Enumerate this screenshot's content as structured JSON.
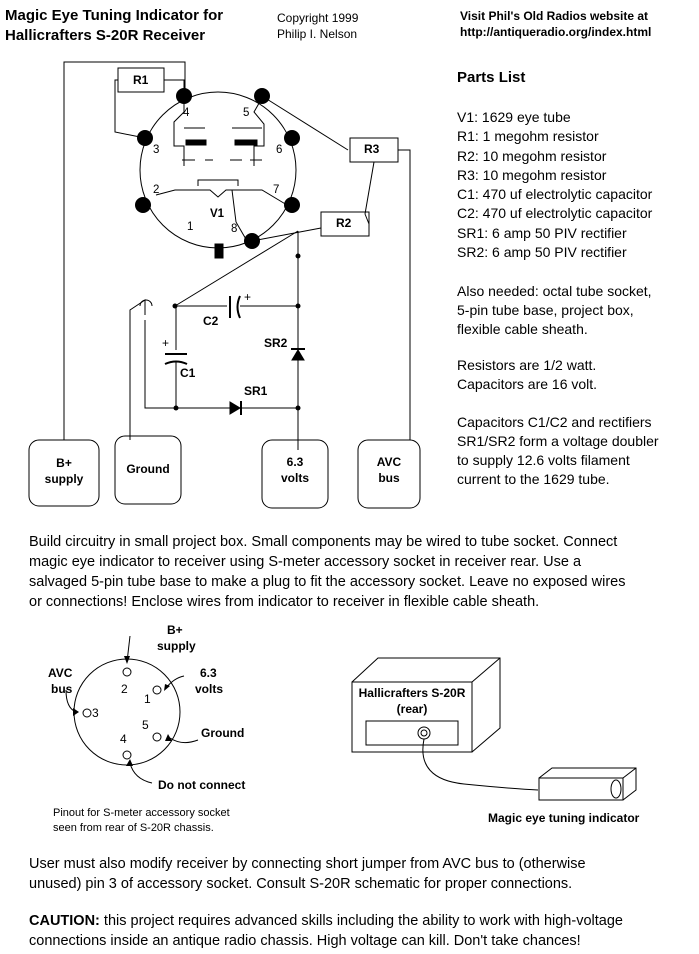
{
  "header": {
    "title_lines": [
      "Magic Eye Tuning Indicator for",
      "Hallicrafters S-20R Receiver"
    ],
    "copyright_lines": [
      "Copyright 1999",
      "Philip I. Nelson"
    ],
    "visit_lines": [
      "Visit Phil's Old Radios website at",
      "http://antiqueradio.org/index.html"
    ]
  },
  "parts": {
    "title": "Parts List",
    "items": [
      "V1: 1629 eye tube",
      "R1: 1 megohm resistor",
      "R2: 10 megohm resistor",
      "R3: 10 megohm resistor",
      "C1: 470 uf electrolytic capacitor",
      "C2: 470 uf electrolytic capacitor",
      "SR1: 6 amp 50 PIV rectifier",
      "SR2: 6 amp 50 PIV rectifier"
    ],
    "also_needed": [
      "Also needed: octal tube socket,",
      "5-pin tube base, project box,",
      "flexible cable sheath."
    ],
    "ratings": [
      "Resistors are 1/2 watt.",
      "Capacitors are 16 volt."
    ],
    "doubler": [
      "Capacitors C1/C2 and rectifiers",
      "SR1/SR2 form a voltage doubler",
      "to supply 12.6 volts filament",
      "current to the 1629 tube."
    ]
  },
  "schematic": {
    "pins": [
      "1",
      "2",
      "3",
      "4",
      "5",
      "6",
      "7",
      "8"
    ],
    "tube_label": "V1",
    "components": {
      "r1": "R1",
      "r2": "R2",
      "r3": "R3",
      "c1": "C1",
      "c2": "C2",
      "sr1": "SR1",
      "sr2": "SR2",
      "plus": "+"
    },
    "terminals": [
      {
        "lines": [
          "B+",
          "supply"
        ]
      },
      {
        "lines": [
          "Ground"
        ]
      },
      {
        "lines": [
          "6.3",
          "volts"
        ]
      },
      {
        "lines": [
          "AVC",
          "bus"
        ]
      }
    ]
  },
  "build_text": [
    "Build circuitry in small project box. Small components may be wired to tube socket. Connect",
    "magic eye indicator to receiver using S-meter accessory socket in receiver rear. Use a",
    "salvaged 5-pin tube base to make a plug to fit the accessory socket. Leave no exposed wires",
    "or connections! Enclose wires from indicator to receiver in flexible cable sheath."
  ],
  "socket": {
    "labels": {
      "bplus": [
        "B+",
        "supply"
      ],
      "avc": [
        "AVC",
        "bus"
      ],
      "v63": [
        "6.3",
        "volts"
      ],
      "ground": "Ground",
      "nc": "Do not connect"
    },
    "pins": [
      "1",
      "2",
      "3",
      "4",
      "5"
    ],
    "caption": [
      "Pinout for S-meter accessory socket",
      "seen from rear of S-20R chassis."
    ]
  },
  "receiver": {
    "label": [
      "Hallicrafters S-20R",
      "(rear)"
    ],
    "indicator_label": "Magic eye tuning indicator"
  },
  "modify_text": [
    "User must also modify receiver by connecting short jumper from AVC bus to (otherwise",
    "unused) pin 3 of accessory socket. Consult S-20R schematic for proper connections."
  ],
  "caution": {
    "label": "CAUTION:",
    "lines": [
      " this project requires advanced skills including the ability to work with high-voltage",
      "connections inside an antique radio chassis. High voltage can kill. Don't take chances!"
    ]
  }
}
